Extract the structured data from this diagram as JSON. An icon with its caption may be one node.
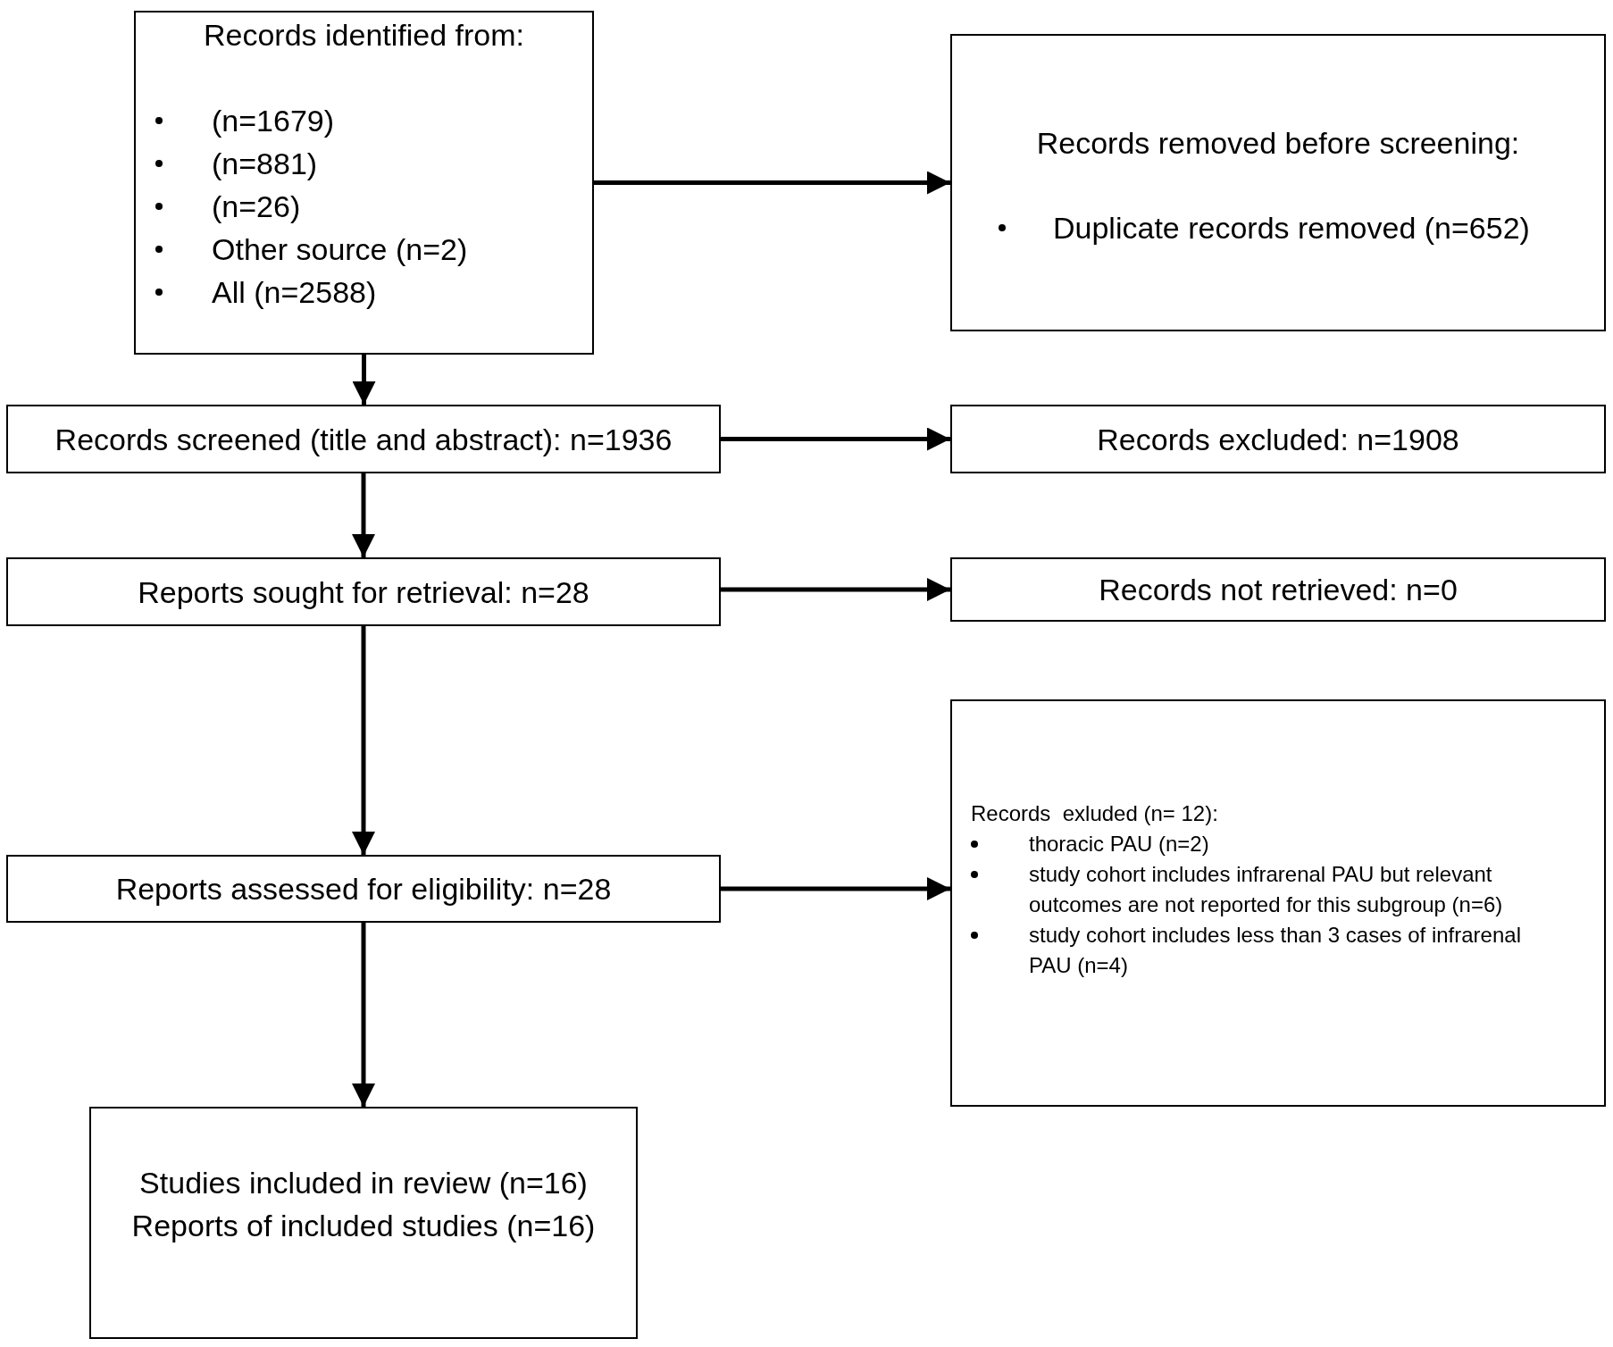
{
  "diagram": {
    "nodes": [
      {
        "text": [
          "Records identified from:",
          "(n=1679)",
          "(n=881)",
          "(n=26)",
          "Other source (n=2)",
          "All (n=2588)"
        ]
      },
      {
        "text": [
          "Records removed before screening:",
          "Duplicate records removed (n=652)"
        ]
      },
      {
        "text": [
          "Records screened (title and abstract): n=1936"
        ]
      },
      {
        "text": [
          "Records excluded: n=1908"
        ]
      },
      {
        "text": [
          "Reports sought for retrieval: n=28"
        ]
      },
      {
        "text": [
          "Records not retrieved: n=0"
        ]
      },
      {
        "text": [
          "Reports assessed for eligibility: n=28"
        ]
      },
      {
        "text": [
          "Records  exluded (n= 12):",
          "thoracic PAU (n=2)",
          "study cohort includes infrarenal PAU but relevant outcomes are not reported for this subgroup (n=6)",
          "study cohort includes less than 3 cases of infrarenal PAU (n=4)"
        ]
      },
      {
        "text": [
          "Studies included in review (n=16)",
          "Reports of included studies (n=16)"
        ]
      }
    ],
    "edges": [
      {
        "from": 0,
        "to": 1,
        "arrow": "to"
      },
      {
        "from": 0,
        "to": 2,
        "arrow": "to"
      },
      {
        "from": 2,
        "to": 3,
        "arrow": "to"
      },
      {
        "from": 2,
        "to": 4,
        "arrow": "to"
      },
      {
        "from": 4,
        "to": 5,
        "arrow": "to"
      },
      {
        "from": 4,
        "to": 6,
        "arrow": "to"
      },
      {
        "from": 6,
        "to": 7,
        "arrow": "to"
      },
      {
        "from": 6,
        "to": 8,
        "arrow": "to"
      }
    ]
  }
}
